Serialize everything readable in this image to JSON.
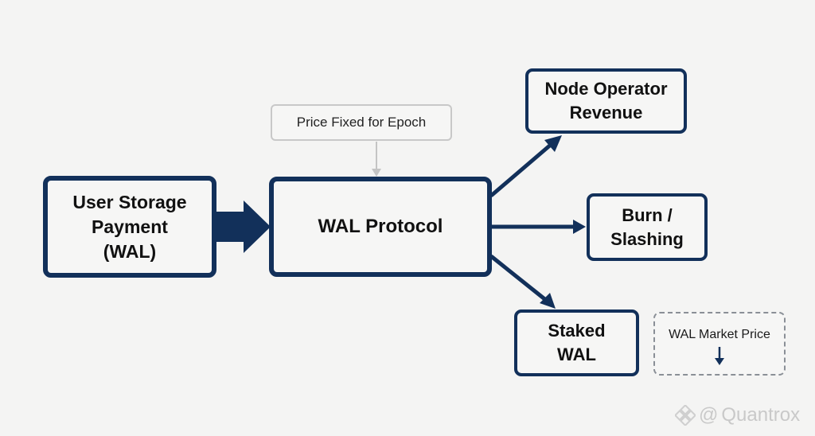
{
  "diagram": {
    "nodes": {
      "user_payment": "User Storage\nPayment\n(WAL)",
      "wal_protocol": "WAL Protocol",
      "price_fixed": "Price Fixed for Epoch",
      "node_operator": "Node Operator\nRevenue",
      "burn_slashing": "Burn /\nSlashing",
      "staked_wal": "Staked\nWAL",
      "market_price": "WAL Market Price"
    },
    "edges": [
      {
        "from": "user_payment",
        "to": "wal_protocol",
        "style": "thick"
      },
      {
        "from": "price_fixed",
        "to": "wal_protocol",
        "style": "thin-gray"
      },
      {
        "from": "wal_protocol",
        "to": "node_operator"
      },
      {
        "from": "wal_protocol",
        "to": "burn_slashing"
      },
      {
        "from": "wal_protocol",
        "to": "staked_wal"
      }
    ],
    "market_price_indicator": "down-arrow-icon",
    "colors": {
      "primary": "#12305a",
      "secondary": "#c8c8c8",
      "background": "#f4f4f3"
    }
  },
  "watermark": {
    "symbol": "@",
    "text": "Quantrox"
  }
}
